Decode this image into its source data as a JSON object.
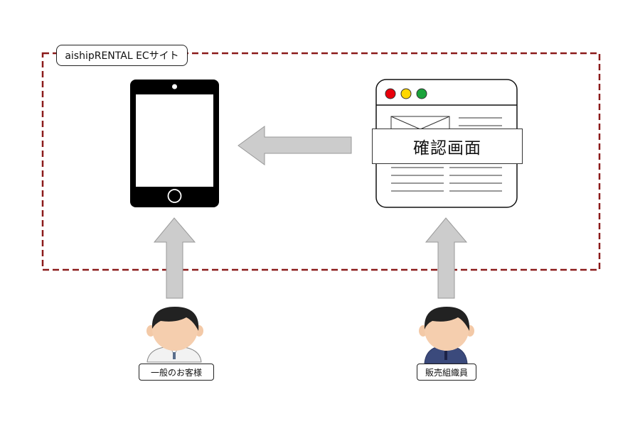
{
  "region": {
    "title": "aishipRENTAL ECサイト",
    "border_color": "#8B1A1A"
  },
  "confirmation_screen": {
    "label": "確認画面",
    "dot_colors": [
      "#e8000b",
      "#ffd700",
      "#1aa33a"
    ]
  },
  "arrows": {
    "fill": "#cccccc",
    "stroke": "#999999"
  },
  "actors": {
    "customer": {
      "label": "一般のお客様"
    },
    "staff": {
      "label": "販売組織員"
    }
  }
}
